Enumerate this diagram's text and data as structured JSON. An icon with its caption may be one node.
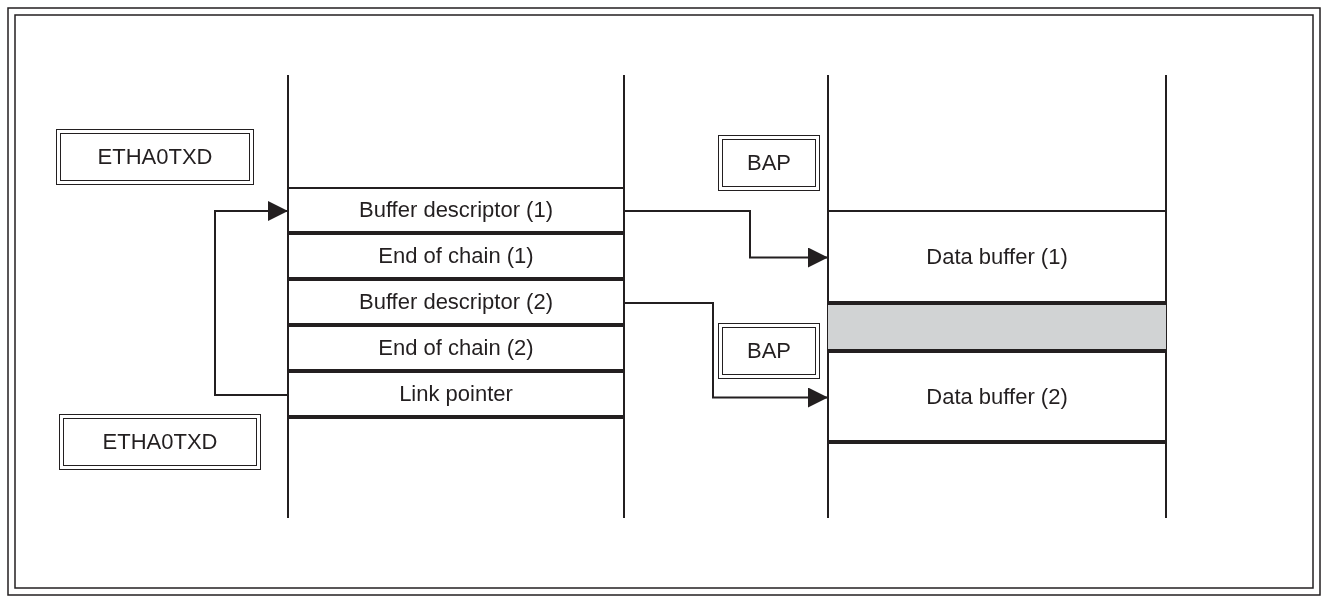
{
  "diagram": {
    "nodes": [
      {
        "text": [
          "ETHA0TXD"
        ]
      },
      {
        "text": [
          "Buffer descriptor (1)"
        ]
      },
      {
        "text": [
          "End of chain (1)"
        ]
      },
      {
        "text": [
          "Buffer descriptor (2)"
        ]
      },
      {
        "text": [
          "End of chain (2)"
        ]
      },
      {
        "text": [
          "Link pointer"
        ]
      },
      {
        "text": [
          "ETHA0TXD"
        ]
      },
      {
        "text": [
          "BAP"
        ]
      },
      {
        "text": [
          "Data buffer (1)"
        ]
      },
      {
        "text": [],
        "shape": "box"
      },
      {
        "text": [
          "BAP"
        ]
      },
      {
        "text": [
          "Data buffer (2)"
        ]
      }
    ],
    "edges": [
      {
        "from": 5,
        "to": 1,
        "arrow": "to"
      },
      {
        "from": 1,
        "to": 8,
        "arrow": "to"
      },
      {
        "from": 3,
        "to": 11,
        "arrow": "to"
      }
    ]
  }
}
